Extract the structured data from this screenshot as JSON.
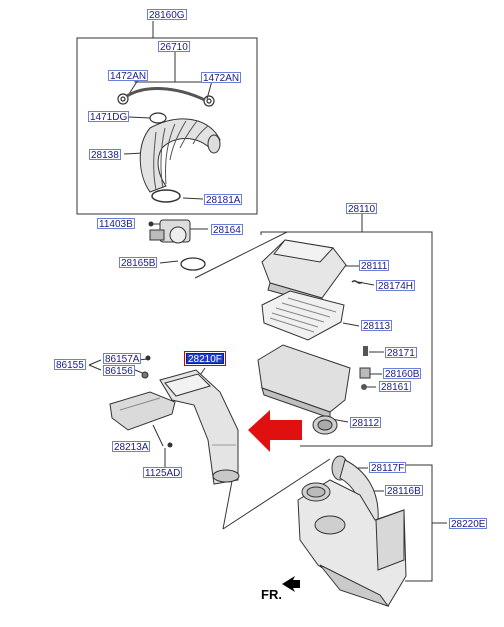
{
  "labels": {
    "p28160G": "28160G",
    "p26710": "26710",
    "p1472AN_l": "1472AN",
    "p1472AN_r": "1472AN",
    "p1471DG": "1471DG",
    "p28138": "28138",
    "p28181A": "28181A",
    "p11403B": "11403B",
    "p28164": "28164",
    "p28165B": "28165B",
    "p28110": "28110",
    "p28111": "28111",
    "p28174H": "28174H",
    "p28113": "28113",
    "p28171": "28171",
    "p28160B": "28160B",
    "p28161": "28161",
    "p28112": "28112",
    "p86155": "86155",
    "p86157A": "86157A",
    "p86156": "86156",
    "p28210F": "28210F",
    "p28213A": "28213A",
    "p1125AD": "1125AD",
    "p28117F": "28117F",
    "p28116B": "28116B",
    "p28220E": "28220E"
  },
  "direction_marker": "FR.",
  "colors": {
    "label_text": "#1a1a8c",
    "label_border": "#6b80d8",
    "highlight_fill": "#1e3cc8",
    "highlight_outline": "#d00000",
    "arrow": "#e01010"
  },
  "highlighted_part": "28210F"
}
